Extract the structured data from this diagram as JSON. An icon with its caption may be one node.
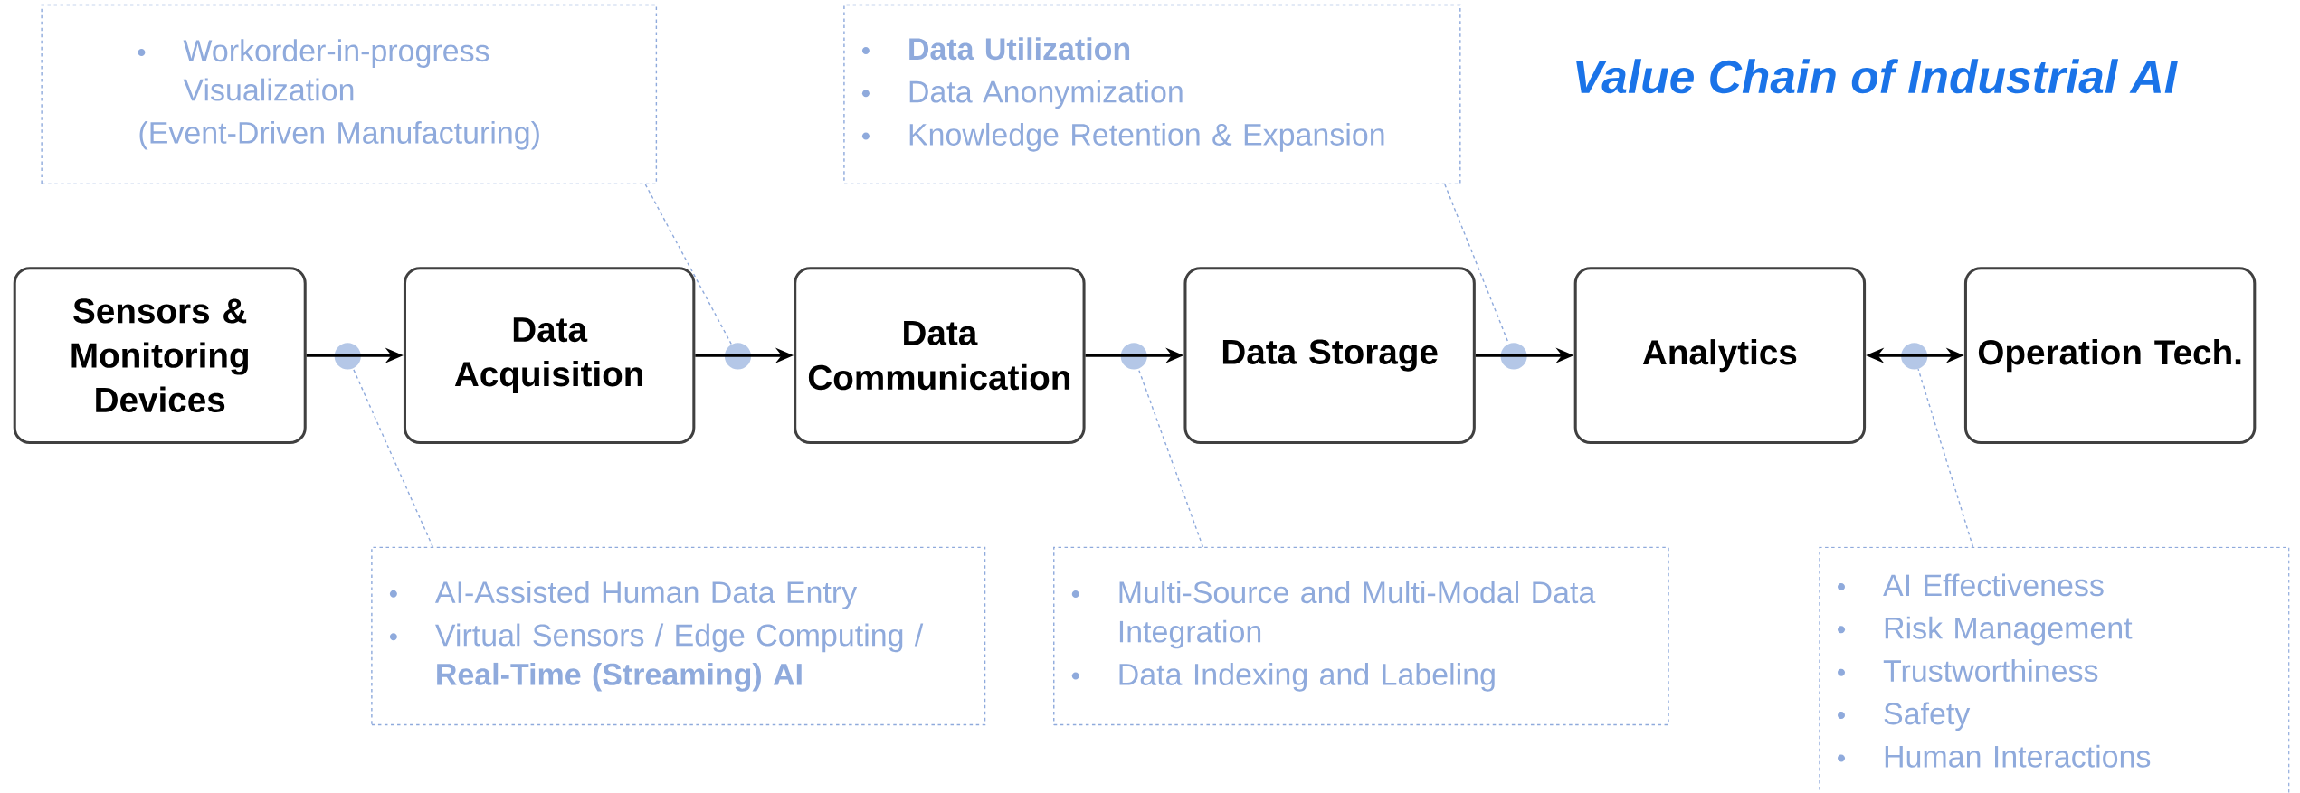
{
  "diagram": {
    "title": "Value Chain of Industrial AI",
    "nodes": [
      {
        "text": [
          "Sensors & Monitoring Devices"
        ]
      },
      {
        "text": [
          "Data Acquisition"
        ]
      },
      {
        "text": [
          "Data Communication"
        ]
      },
      {
        "text": [
          "Data Storage"
        ]
      },
      {
        "text": [
          "Analytics"
        ]
      },
      {
        "text": [
          "Operation Tech."
        ]
      },
      {
        "text": [],
        "shape": "circle"
      },
      {
        "text": [],
        "shape": "circle"
      },
      {
        "text": [],
        "shape": "circle"
      },
      {
        "text": [],
        "shape": "circle"
      },
      {
        "text": [],
        "shape": "circle"
      },
      {
        "text": [
          "Workorder-in-progress Visualization",
          "(Event-Driven Manufacturing)"
        ]
      },
      {
        "text": [
          "**Data Utilization**",
          "Data Anonymization",
          "Knowledge Retention & Expansion"
        ]
      },
      {
        "text": [
          "AI-Assisted Human Data Entry",
          "Virtual Sensors / Edge Computing / **Real-Time (Streaming) AI**"
        ]
      },
      {
        "text": [
          "Multi-Source and Multi-Modal Data Integration",
          "Data Indexing and Labeling"
        ]
      },
      {
        "text": [
          "AI Effectiveness",
          "Risk Management",
          "Trustworthiness",
          "Safety",
          "Human Interactions"
        ]
      }
    ],
    "edges": [
      {
        "from": 0,
        "to": 1,
        "arrow": "to"
      },
      {
        "from": 1,
        "to": 2,
        "arrow": "to"
      },
      {
        "from": 2,
        "to": 3,
        "arrow": "to"
      },
      {
        "from": 3,
        "to": 4,
        "arrow": "to"
      },
      {
        "from": 4,
        "to": 5,
        "arrow": "both"
      },
      {
        "from": 13,
        "to": 6,
        "arrow": "none",
        "style": "dashed",
        "color": "#8faadc"
      },
      {
        "from": 11,
        "to": 7,
        "arrow": "none",
        "style": "dashed",
        "color": "#8faadc"
      },
      {
        "from": 14,
        "to": 8,
        "arrow": "none",
        "style": "dashed",
        "color": "#8faadc"
      },
      {
        "from": 12,
        "to": 9,
        "arrow": "none",
        "style": "dashed",
        "color": "#8faadc"
      },
      {
        "from": 15,
        "to": 10,
        "arrow": "none",
        "style": "dashed",
        "color": "#8faadc"
      }
    ]
  }
}
